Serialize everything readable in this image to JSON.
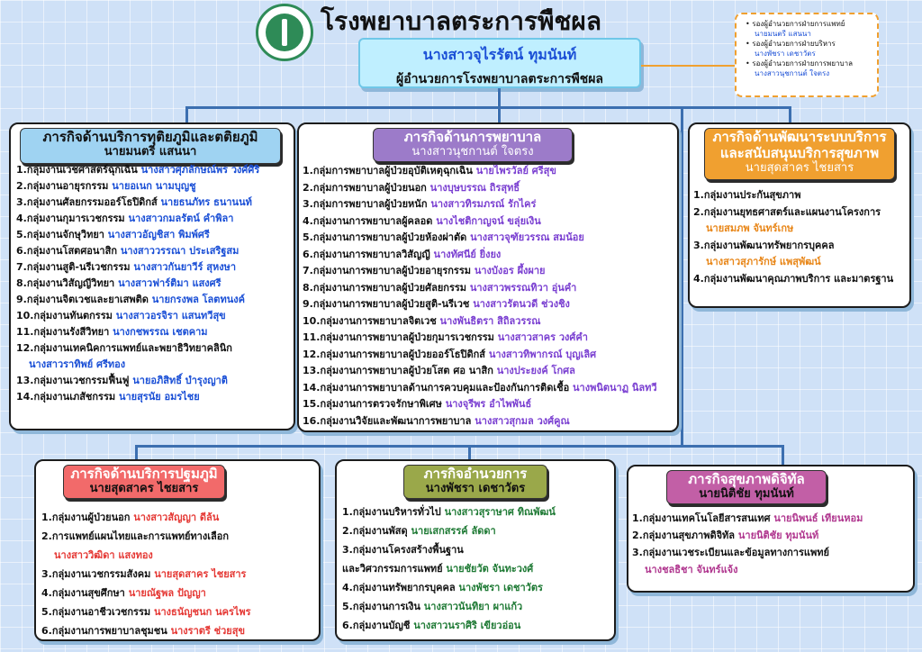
{
  "page_title": "โรงพยาบาลตระการพืชผล",
  "director": {
    "name": "นางสาวจุไรรัตน์ ทุมนันท์",
    "role": "ผู้อำนวยการโรงพยาบาลตระการพืชผล"
  },
  "deputies": [
    {
      "title": "รองผู้อำนวยการฝ่ายการแพทย์",
      "name": "นายมนตรี แสนนา"
    },
    {
      "title": "รองผู้อำนวยการฝ่ายบริหาร",
      "name": "นางพัชรา เดชาวัตร"
    },
    {
      "title": "รองผู้อำนวยการฝ่ายการพยาบาล",
      "name": "นางสาวนุชกานต์ ใจตรง"
    }
  ],
  "colors": {
    "tertiary_header": "#9fd3f2",
    "nursing_header": "#9c7bc9",
    "system_header": "#f0a030",
    "primary_header": "#f26a6a",
    "admin_header": "#9aa84a",
    "digital_header": "#c25fa6"
  },
  "sections": {
    "tertiary": {
      "title": "ภารกิจด้านบริการทุติยภูมิและตติยภูมิ",
      "head": "นายมนตรี แสนนา",
      "items": [
        {
          "t": "1.กลุ่มงานเวชศาสตร์ฉุกเฉิน ",
          "p": "นางสาวศุภลักษณ์พร วงศ์ศิริ"
        },
        {
          "t": "2.กลุ่มงานอายุรกรรม ",
          "p": "นายอเนก นามบุญชู"
        },
        {
          "t": "3.กลุ่มงานศัลยกรรมออร์โธปิดิกส์ ",
          "p": "นายธนภัทร ธนานนท์"
        },
        {
          "t": "4.กลุ่มงานกุมารเวชกรรม ",
          "p": "นางสาวกมลรัตน์ คำพิลา"
        },
        {
          "t": "5.กลุ่มงานจักษุวิทยา ",
          "p": "นางสาวอัญชิสา พิมพ์ศรี"
        },
        {
          "t": "6.กลุ่มงานโสตศอนาสิก ",
          "p": "นางสาววรรณา ประเสริฐสม"
        },
        {
          "t": "7.กลุ่มงานสูติ-นรีเวชกรรม ",
          "p": "นางสาวกันยาวีร์ สุหงษา"
        },
        {
          "t": "8.กลุ่มงานวิสัญญีวิทยา ",
          "p": "นางสาวฟาร์ติมา แสงศรี"
        },
        {
          "t": "9.กลุ่มงานจิตเวชและยาเสพติด ",
          "p": "นายกรงพล โลตทนงค์"
        },
        {
          "t": "10.กลุ่มงานทันตกรรม ",
          "p": "นางสาวอรจิรา แสนทวีสุข"
        },
        {
          "t": "11.กลุ่มงานรังสีวิทยา ",
          "p": "นางกชพรรณ เชตคาม"
        },
        {
          "t": "12.กลุ่มงานเทคนิคการแพทย์และพยาธิวิทยาคลินิก",
          "p": "นางสาวราทิพย์ ศรีทอง",
          "wrap": true
        },
        {
          "t": "13.กลุ่มงานเวชกรรมฟื้นฟู ",
          "p": "นายอภิสิทธิ์ บำรุงญาติ"
        },
        {
          "t": "14.กลุ่มงานเภสัชกรรม ",
          "p": "นายสุรนัย อมรไชย"
        }
      ]
    },
    "nursing": {
      "title": "ภารกิจด้านการพยาบาล",
      "head": "นางสาวนุชกานต์ ใจตรง",
      "items": [
        {
          "t": "1.กลุ่มการพยาบาลผู้ป่วยอุบัติเหตุฉุกเฉิน ",
          "p": "นายไพรวัลย์ ศรีสุข"
        },
        {
          "t": "2.กลุ่มการพยาบาลผู้ป่วยนอก ",
          "p": "นางบุษบรรณ ถิรสุทธิ์"
        },
        {
          "t": "3.กลุ่มการพยาบาลผู้ป่วยหนัก ",
          "p": "นางสาวทิรมภรณ์ รักไคร่"
        },
        {
          "t": "4.กลุ่มงานการพยาบาลผู้คลอด ",
          "p": "นางไชติกาญจน์ ขลุ่ยเงิน"
        },
        {
          "t": "5.กลุ่มงานการพยาบาลผู้ป่วยห้องผ่าตัด ",
          "p": "นางสาวจุฑัยวรรณ สมน้อย"
        },
        {
          "t": "6.กลุ่มงานการพยาบาลวิสัญญี ",
          "p": "นางทัศนีย์ ยิ่งยง"
        },
        {
          "t": "7.กลุ่มงานการพยาบาลผู้ป่วยอายุรกรรม ",
          "p": "นางบังอร ผึ้งผาย"
        },
        {
          "t": "8.กลุ่มงานการพยาบาลผู้ป่วยศัลยกรรม ",
          "p": "นางสาวพรรณทิวา อุ่นคำ"
        },
        {
          "t": "9.กลุ่มงานการพยาบาลผู้ป่วยสูติ-นรีเวช ",
          "p": "นางสาวรัตนวดี ช่วงชิง"
        },
        {
          "t": "10.กลุ่มงานการพยาบาลจิตเวช ",
          "p": "นางพันธิตรา สิถิลวรรณ"
        },
        {
          "t": "11.กลุ่มงานการพยาบาลผู้ป่วยกุมารเวชกรรม ",
          "p": "นางสาวสาคร วงศ์คำ"
        },
        {
          "t": "12.กลุ่มงานการพยาบาลผู้ป่วยออร์โธปิดิกส์ ",
          "p": "นางสาวทิพากรณ์ บุญเลิศ"
        },
        {
          "t": "13.กลุ่มงานการพยาบาลผู้ป่วยโสต ศอ นาสิก ",
          "p": "นางประยงค์ โกศล"
        },
        {
          "t": "14.กลุ่มงานการพยาบาลด้านการควบคุมและป้องกันการติดเชื้อ ",
          "p": "นางพนิตนาฏ นิลทวี"
        },
        {
          "t": "15.กลุ่มงานการตรวจรักษาพิเศษ ",
          "p": "นางจุรีพร อำไพพันธ์"
        },
        {
          "t": "16.กลุ่มงานวิจัยและพัฒนาการพยาบาล ",
          "p": "นางสาวสุกมล วงศ์คูณ"
        }
      ]
    },
    "system": {
      "title1": "ภารกิจด้านพัฒนาระบบบริการ",
      "title2": "และสนับสนุนบริการสุขภาพ",
      "head": "นายสุดสาคร ไชยสาร",
      "items": [
        {
          "t": "1.กลุ่มงานประกันสุขภาพ",
          "p": ""
        },
        {
          "t": "2.กลุ่มงานยุทธศาสตร์และแผนงานโครงการ",
          "p": "นายสมภพ จันทร์เกษ",
          "wrap": true
        },
        {
          "t": "3.กลุ่มงานพัฒนาทรัพยากรบุคคล",
          "p": "นางสาวสุภารักษ์ แพสุพัฒน์",
          "wrap": true
        },
        {
          "t": "4.กลุ่มงานพัฒนาคุณภาพบริการ และมาตรฐาน",
          "p": ""
        }
      ]
    },
    "primary": {
      "title": "ภารกิจด้านบริการปฐมภูมิ",
      "head": "นายสุดสาคร ไชยสาร",
      "items": [
        {
          "t": "1.กลุ่มงานผู้ป่วยนอก ",
          "p": "นางสาวสัญญา ดีล้น"
        },
        {
          "t": "2.การแพทย์แผนไทยและการแพทย์ทางเลือก",
          "p": "นางสาววิฒิดา แสงทอง",
          "wrap": true
        },
        {
          "t": "3.กลุ่มงานเวชกรรมสังคม ",
          "p": "นายสุดสาคร ไชยสาร"
        },
        {
          "t": "4.กลุ่มงานสุขศึกษา ",
          "p": "นายณัฐพล ปัญญา"
        },
        {
          "t": "5.กลุ่มงานอาชีวเวชกรรม ",
          "p": "นางธนัญชนก นครไพร"
        },
        {
          "t": "6.กลุ่มงานการพยาบาลชุมชน ",
          "p": "นางราตรี ช่วยสุข"
        }
      ]
    },
    "admin": {
      "title": "ภารกิจอำนวยการ",
      "head": "นางพัชรา เดชาวัตร",
      "items": [
        {
          "t": "1.กลุ่มงานบริหารทั่วไป ",
          "p": "นางสาวสุราษาศ ทิณพัฒน์"
        },
        {
          "t": "2.กลุ่มงานพัสดุ ",
          "p": "นายเสกสรรค์ ลัดดา"
        },
        {
          "t": "3.กลุ่มงานโครงสร้างพื้นฐาน",
          "p": ""
        },
        {
          "t": "และวิศวกรรมการแพทย์ ",
          "p": "นายชัยวัต จันทะวงศ์"
        },
        {
          "t": "4.กลุ่มงานทรัพยากรบุคคล ",
          "p": "นางพัชรา เดชาวัตร"
        },
        {
          "t": "5.กลุ่มงานการเงิน ",
          "p": "นางสาวนันทิยา ผาแก้ว"
        },
        {
          "t": "6.กลุ่มงานบัญชี ",
          "p": "นางสาวนราศิริ เขียวอ่อน"
        }
      ]
    },
    "digital": {
      "title": "ภารกิจสุขภาพดิจิทัล",
      "head": "นายนิติชัย ทุมนันท์",
      "items": [
        {
          "t": "1.กลุ่มงานเทคโนโลยีสารสนเทศ ",
          "p": "นายนิพนธ์ เทียนหอม"
        },
        {
          "t": "2.กลุ่มงานสุขภาพดิจิทัล ",
          "p": "นายนิติชัย ทุมนันท์"
        },
        {
          "t": "3.กลุ่มงานเวชระเบียนและข้อมูลทางการแพทย์",
          "p": "นางชลธิชา จันทร์แจ้ง",
          "wrap": true
        }
      ]
    }
  }
}
